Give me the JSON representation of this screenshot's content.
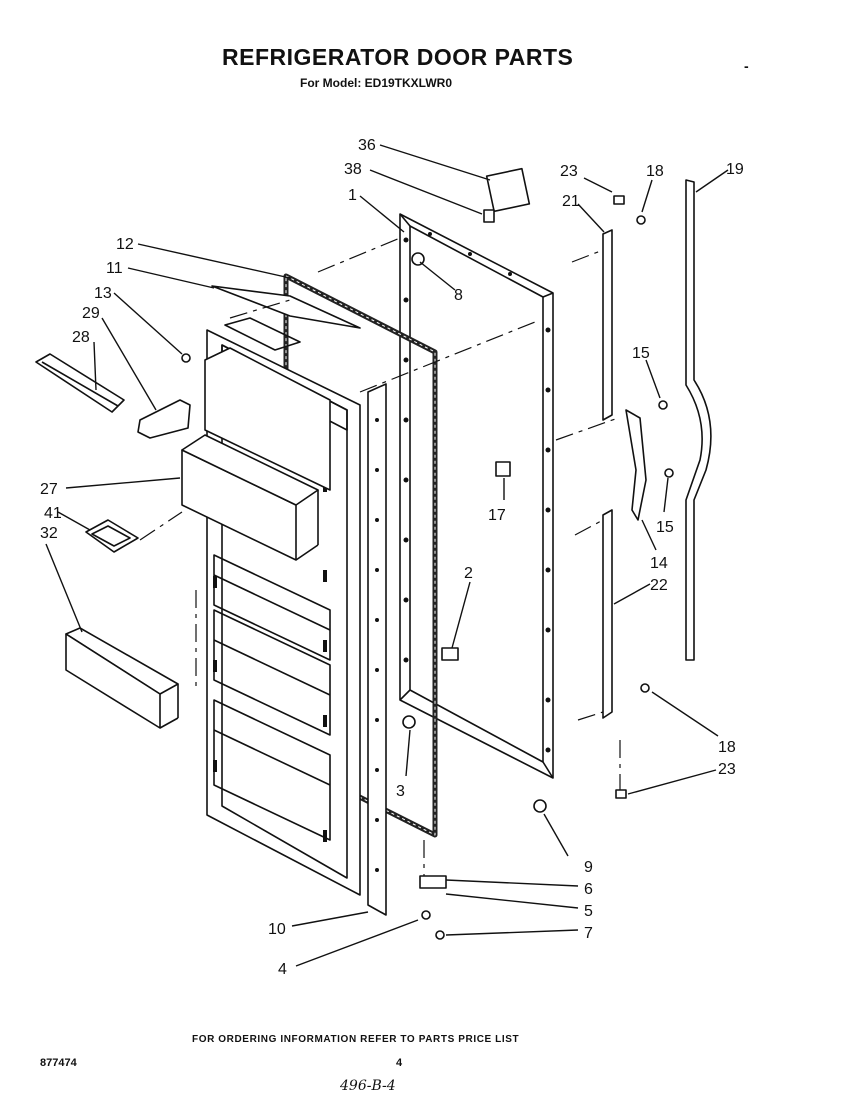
{
  "header": {
    "title": "REFRIGERATOR DOOR PARTS",
    "model_line": "For Model:  ED19TKXLWR0",
    "mark": "-"
  },
  "footer": {
    "ordering_note": "FOR ORDERING INFORMATION REFER TO PARTS PRICE LIST",
    "document_number": "877474",
    "page_number": "4",
    "handwritten_note": "496-B-4"
  },
  "callouts": [
    {
      "id": "c36",
      "text": "36"
    },
    {
      "id": "c38",
      "text": "38"
    },
    {
      "id": "c1",
      "text": "1"
    },
    {
      "id": "c8",
      "text": "8"
    },
    {
      "id": "c12",
      "text": "12"
    },
    {
      "id": "c11",
      "text": "11"
    },
    {
      "id": "c13",
      "text": "13"
    },
    {
      "id": "c29",
      "text": "29"
    },
    {
      "id": "c28",
      "text": "28"
    },
    {
      "id": "c27",
      "text": "27"
    },
    {
      "id": "c41",
      "text": "41"
    },
    {
      "id": "c32",
      "text": "32"
    },
    {
      "id": "c23a",
      "text": "23"
    },
    {
      "id": "c18a",
      "text": "18"
    },
    {
      "id": "c21",
      "text": "21"
    },
    {
      "id": "c19",
      "text": "19"
    },
    {
      "id": "c15a",
      "text": "15"
    },
    {
      "id": "c15b",
      "text": "15"
    },
    {
      "id": "c14",
      "text": "14"
    },
    {
      "id": "c17",
      "text": "17"
    },
    {
      "id": "c2",
      "text": "2"
    },
    {
      "id": "c22",
      "text": "22"
    },
    {
      "id": "c3",
      "text": "3"
    },
    {
      "id": "c18b",
      "text": "18"
    },
    {
      "id": "c23b",
      "text": "23"
    },
    {
      "id": "c9",
      "text": "9"
    },
    {
      "id": "c6",
      "text": "6"
    },
    {
      "id": "c5",
      "text": "5"
    },
    {
      "id": "c7",
      "text": "7"
    },
    {
      "id": "c10",
      "text": "10"
    },
    {
      "id": "c4",
      "text": "4"
    }
  ]
}
